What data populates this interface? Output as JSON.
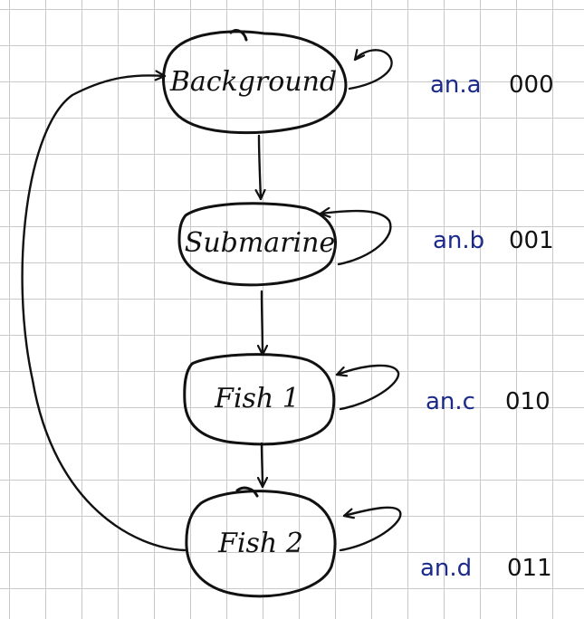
{
  "states": [
    {
      "label": "Background",
      "signal": "an.a",
      "code": "000"
    },
    {
      "label": "Submarine",
      "signal": "an.b",
      "code": "001"
    },
    {
      "label": "Fish 1",
      "signal": "an.c",
      "code": "010"
    },
    {
      "label": "Fish 2",
      "signal": "an.d",
      "code": "011"
    }
  ],
  "colors": {
    "ink": "#111111",
    "signal_ink": "#1b2a8a",
    "grid": "#c9c9c9"
  }
}
